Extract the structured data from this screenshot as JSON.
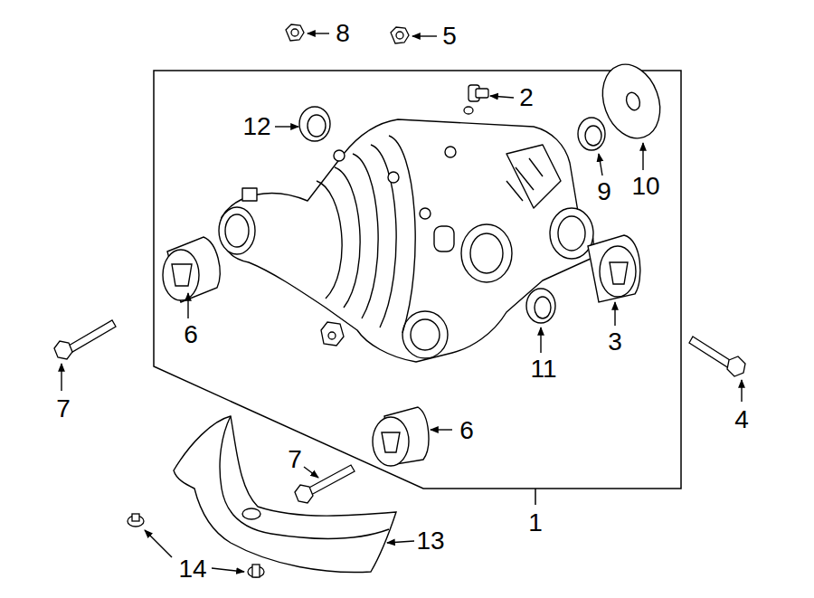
{
  "diagram": {
    "labels": [
      "8",
      "5",
      "12",
      "2",
      "9",
      "10",
      "6",
      "3",
      "11",
      "7",
      "6",
      "4",
      "7",
      "1",
      "13",
      "14"
    ]
  }
}
